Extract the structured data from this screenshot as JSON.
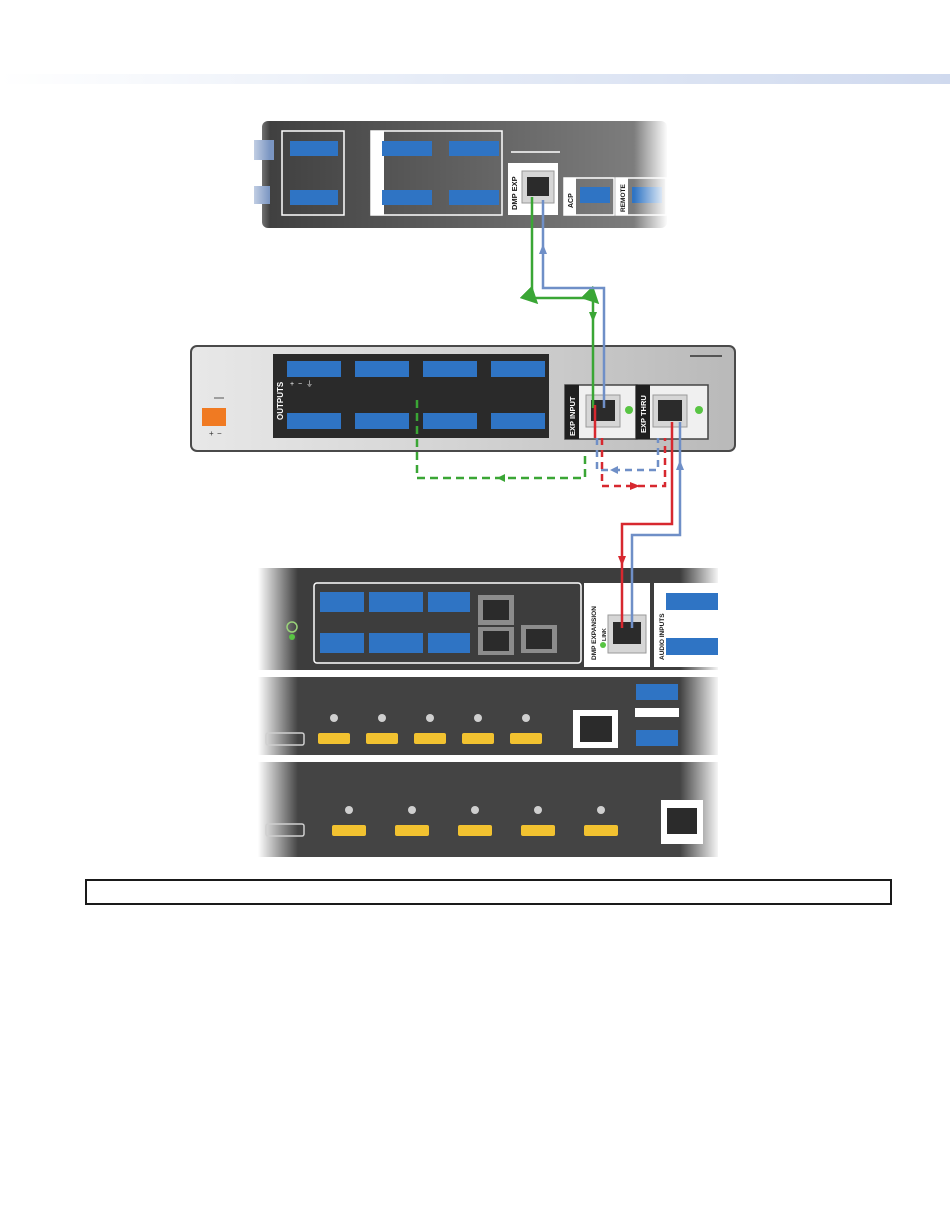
{
  "labels": {
    "outputs": "OUTPUTS",
    "dmp_exp": "DMP EXP",
    "acp": "ACP",
    "remote": "REMOTE",
    "exp_input": "EXP INPUT",
    "exp_thru": "EXP THRU",
    "dmp_expansion": "DMP EXPANSION",
    "link": "LINK",
    "audio_inputs": "AUDIO INPUTS"
  },
  "terminal_marks": {
    "plus": "+",
    "minus": "−",
    "ground": "⏚"
  },
  "cable_colors": {
    "green": "#3aa635",
    "blue": "#6f8fc7",
    "red": "#d7282f"
  },
  "connector_colors": {
    "terminal_block": "#2f74c4",
    "power_connector": "#f07a22",
    "hdmi_port": "#f2c230",
    "led_green": "#58c443"
  }
}
